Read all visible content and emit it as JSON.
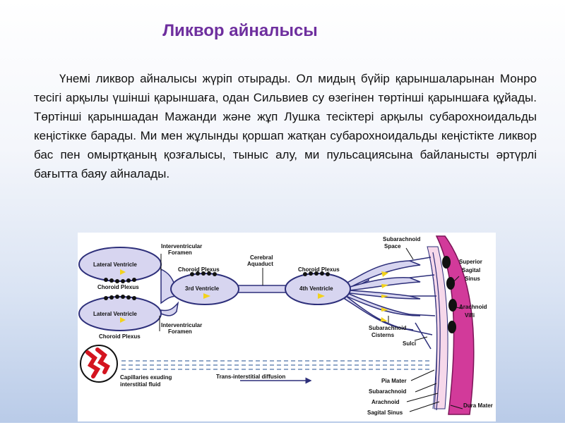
{
  "title": "Ликвор айналысы",
  "paragraph": "Үнемі ликвор айналысы  жүріп отырады. Ол мидың бүйір қарыншаларынан Монро тесігі арқылы үшінші қарыншаға, одан Сильвиев су өзегінен төртінші қарыншаға құйады.  Төртінші қарыншадан  Мажанди және жұп Лушка тесіктері арқылы субарохноидальды кеңістікке барады.  Ми мен жұлынды қоршап жатқан субарохноидальды кеңістікте ликвор бас пен омыртқаның қозғалысы, тыныс алу, ми пульсациясына байланысты әртүрлі бағытта баяу айналады.",
  "diagram": {
    "lateral_ventricle_top": "Lateral Ventricle",
    "choroid_plexus_left_top": "Choroid Plexus",
    "lateral_ventricle_bottom": "Lateral Ventricle",
    "choroid_plexus_left_bottom": "Choroid Plexus",
    "interventricular_foramen_top_1": "Interventricular",
    "interventricular_foramen_top_2": "Foramen",
    "interventricular_foramen_bottom_1": "Interventricular",
    "interventricular_foramen_bottom_2": "Foramen",
    "choroid_plexus_3rd": "Choroid Plexus",
    "third_ventricle": "3rd Ventricle",
    "cerebral_aquaduct_1": "Cerebral",
    "cerebral_aquaduct_2": "Aquaduct",
    "choroid_plexus_4th": "Choroid Plexus",
    "fourth_ventricle": "4th Ventricle",
    "subarachnoid_space_1": "Subarachnoid",
    "subarachnoid_space_2": "Space",
    "superior_sagital_sinus_1": "Superior",
    "superior_sagital_sinus_2": "Sagital",
    "superior_sagital_sinus_3": "Sinus",
    "arachnoid_villi_1": "Arachnoid",
    "arachnoid_villi_2": "Villi",
    "subarachnoid_cisterns_1": "Subarachnoid",
    "subarachnoid_cisterns_2": "Cisterns",
    "sulci": "Sulci",
    "capillaries_1": "Capillaries exuding",
    "capillaries_2": "interstitial fluid",
    "trans_interstitial": "Trans-interstitial diffusion",
    "pia_mater": "Pia Mater",
    "subarachnoid_layer": "Subarachnoid",
    "arachnoid_layer": "Arachnoid",
    "sagital_sinus_layer": "Sagital Sinus",
    "dura_mater": "Dura Mater",
    "colors": {
      "title": "#6e2f9e",
      "ventricle_fill": "#d7d5f0",
      "ventricle_stroke": "#2d2f7a",
      "sinus_fill": "#d23a9a",
      "arrow_yellow": "#f2d21c",
      "capillary_red": "#d4141f"
    }
  }
}
